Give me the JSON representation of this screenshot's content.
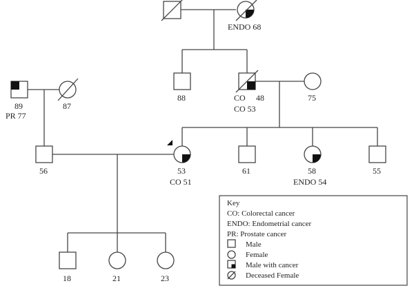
{
  "individuals": {
    "grandfather": {
      "age": ""
    },
    "grandmother": {
      "diagnosis": "ENDO 68"
    },
    "uncle": {
      "age": "88"
    },
    "grandfather_maternal": {
      "age": "48",
      "line1": "CO",
      "line2": "CO  53"
    },
    "grandmother_maternal": {
      "age": "75"
    },
    "paternal_grandfather": {
      "age": "89",
      "diagnosis": "PR  77"
    },
    "paternal_grandmother": {
      "age": "87"
    },
    "father": {
      "age": "56"
    },
    "proband": {
      "age": "53",
      "diagnosis": "CO  51"
    },
    "brother1": {
      "age": "61"
    },
    "sister": {
      "age": "58",
      "diagnosis": "ENDO  54"
    },
    "brother2": {
      "age": "55"
    },
    "child1": {
      "age": "18"
    },
    "child2": {
      "age": "21"
    },
    "child3": {
      "age": "23"
    }
  },
  "key": {
    "title": "Key",
    "items": [
      "CO: Colorectal cancer",
      "ENDO: Endometrial cancer",
      "PR: Prostate cancer"
    ],
    "symbols": [
      "Male",
      "Female",
      "Male with cancer",
      "Deceased Female"
    ]
  }
}
